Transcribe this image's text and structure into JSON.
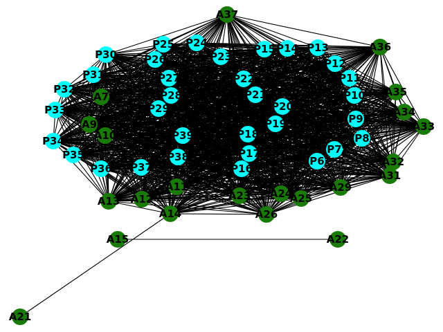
{
  "colors": {
    "a_node": "#1a7a06",
    "p_node": "#00ffff",
    "edge": "#000000"
  },
  "nodes": [
    {
      "id": "A37",
      "group": "a"
    },
    {
      "id": "A36",
      "group": "a"
    },
    {
      "id": "A35",
      "group": "a"
    },
    {
      "id": "A34",
      "group": "a"
    },
    {
      "id": "A33",
      "group": "a"
    },
    {
      "id": "A32",
      "group": "a"
    },
    {
      "id": "A31",
      "group": "a"
    },
    {
      "id": "A29",
      "group": "a"
    },
    {
      "id": "A26",
      "group": "a"
    },
    {
      "id": "A25",
      "group": "a"
    },
    {
      "id": "A24",
      "group": "a"
    },
    {
      "id": "A23",
      "group": "a"
    },
    {
      "id": "A22",
      "group": "a"
    },
    {
      "id": "A21",
      "group": "a"
    },
    {
      "id": "A15",
      "group": "a"
    },
    {
      "id": "A14",
      "group": "a"
    },
    {
      "id": "A13",
      "group": "a"
    },
    {
      "id": "A12",
      "group": "a"
    },
    {
      "id": "A11",
      "group": "a"
    },
    {
      "id": "A10",
      "group": "a"
    },
    {
      "id": "A9",
      "group": "a"
    },
    {
      "id": "A7",
      "group": "a"
    },
    {
      "id": "P30",
      "group": "p"
    },
    {
      "id": "P31",
      "group": "p"
    },
    {
      "id": "P32",
      "group": "p"
    },
    {
      "id": "P33",
      "group": "p"
    },
    {
      "id": "P34",
      "group": "p"
    },
    {
      "id": "P35",
      "group": "p"
    },
    {
      "id": "P36",
      "group": "p"
    },
    {
      "id": "P37",
      "group": "p"
    },
    {
      "id": "P38",
      "group": "p"
    },
    {
      "id": "P39",
      "group": "p"
    },
    {
      "id": "P29",
      "group": "p"
    },
    {
      "id": "P28",
      "group": "p"
    },
    {
      "id": "P27",
      "group": "p"
    },
    {
      "id": "P26",
      "group": "p"
    },
    {
      "id": "P25",
      "group": "p"
    },
    {
      "id": "P24",
      "group": "p"
    },
    {
      "id": "P23",
      "group": "p"
    },
    {
      "id": "P22",
      "group": "p"
    },
    {
      "id": "P21",
      "group": "p"
    },
    {
      "id": "P20",
      "group": "p"
    },
    {
      "id": "P19",
      "group": "p"
    },
    {
      "id": "P18",
      "group": "p"
    },
    {
      "id": "P17",
      "group": "p"
    },
    {
      "id": "P16",
      "group": "p"
    },
    {
      "id": "P15",
      "group": "p"
    },
    {
      "id": "P14",
      "group": "p"
    },
    {
      "id": "P13",
      "group": "p"
    },
    {
      "id": "P12",
      "group": "p"
    },
    {
      "id": "P11",
      "group": "p"
    },
    {
      "id": "P10",
      "group": "p"
    },
    {
      "id": "P9",
      "group": "p"
    },
    {
      "id": "P8",
      "group": "p"
    },
    {
      "id": "P7",
      "group": "p"
    },
    {
      "id": "P6",
      "group": "p"
    }
  ],
  "sparse_edges": [
    [
      "A14",
      "A21"
    ],
    [
      "A15",
      "A22"
    ]
  ]
}
